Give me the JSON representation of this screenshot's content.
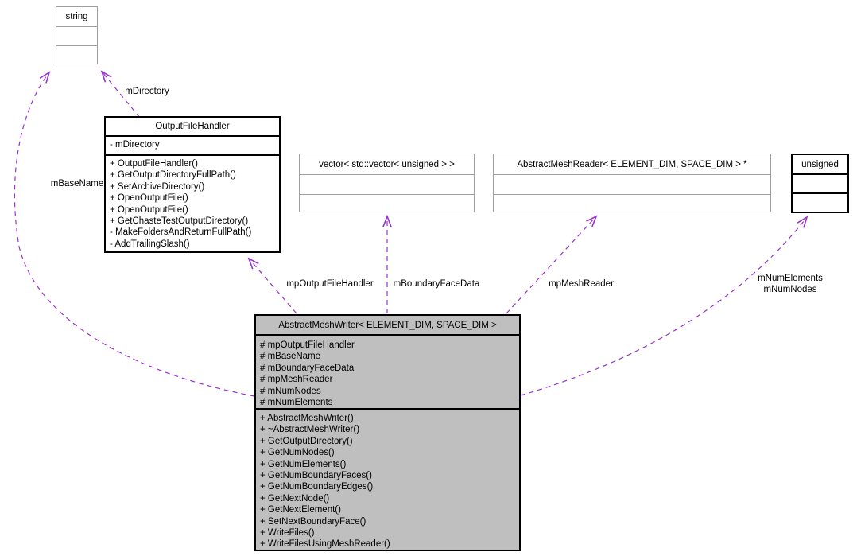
{
  "diagram": {
    "background_color": "#ffffff",
    "edge_color": "#9a32cd",
    "highlight_fill_color": "#bfbfbf",
    "plain_border_color": "#9e9e9e",
    "linked_border_color": "#000000",
    "nodes": {
      "string_class": {
        "title": "string"
      },
      "output_file_handler": {
        "title": "OutputFileHandler",
        "attributes": [
          "- mDirectory"
        ],
        "methods": [
          "+ OutputFileHandler()",
          "+ GetOutputDirectoryFullPath()",
          "+ SetArchiveDirectory()",
          "+ OpenOutputFile()",
          "+ OpenOutputFile()",
          "+ GetChasteTestOutputDirectory()",
          "- MakeFoldersAndReturnFullPath()",
          "- AddTrailingSlash()"
        ]
      },
      "uint_vector": {
        "title": "vector< std::vector< unsigned > >"
      },
      "mesh_reader": {
        "title": "AbstractMeshReader< ELEMENT_DIM, SPACE_DIM > *"
      },
      "unsigned_type": {
        "title": "unsigned"
      },
      "mesh_writer": {
        "title": "AbstractMeshWriter< ELEMENT_DIM, SPACE_DIM >",
        "attributes": [
          "# mpOutputFileHandler",
          "# mBaseName",
          "# mBoundaryFaceData",
          "# mpMeshReader",
          "# mNumNodes",
          "# mNumElements"
        ],
        "methods": [
          "+ AbstractMeshWriter()",
          "+ ~AbstractMeshWriter()",
          "+ GetOutputDirectory()",
          "+ GetNumNodes()",
          "+ GetNumElements()",
          "+ GetNumBoundaryFaces()",
          "+ GetNumBoundaryEdges()",
          "+ GetNextNode()",
          "+ GetNextElement()",
          "+ SetNextBoundaryFace()",
          "+ WriteFiles()",
          "+ WriteFilesUsingMeshReader()"
        ]
      }
    },
    "edge_labels": {
      "mdirectory": "mDirectory",
      "mbasename": "mBaseName",
      "mp_output_file_handler": "mpOutputFileHandler",
      "m_boundary_face_data": "mBoundaryFaceData",
      "mp_mesh_reader": "mpMeshReader",
      "m_num_elements": "mNumElements",
      "m_num_nodes": "mNumNodes"
    }
  }
}
